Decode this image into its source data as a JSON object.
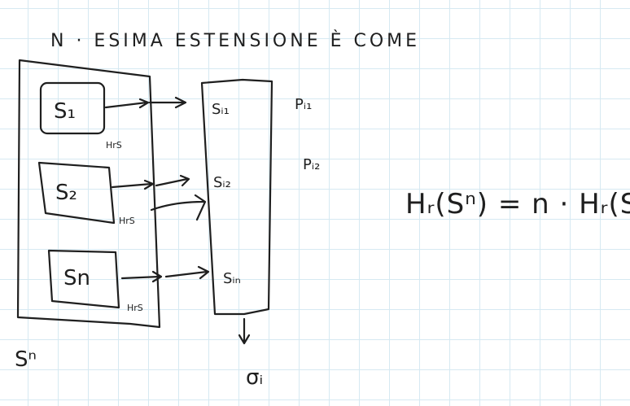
{
  "title": "N · ESIMA ESTENSIONE È COME",
  "source_boxes": [
    {
      "label": "S₁"
    },
    {
      "label": "S₂"
    },
    {
      "label": "Sn"
    }
  ],
  "entropy_labels": [
    "HrS",
    "HrS",
    "HrS"
  ],
  "ext_outer_label": "Sⁿ",
  "target_symbols": [
    "Sᵢ₁",
    "Sᵢ₂",
    "Sᵢₙ"
  ],
  "probabilities": [
    "Pᵢ₁",
    "Pᵢ₂"
  ],
  "output_symbol": "σᵢ",
  "formula": "Hᵣ(Sⁿ) = n · Hᵣ(S)"
}
